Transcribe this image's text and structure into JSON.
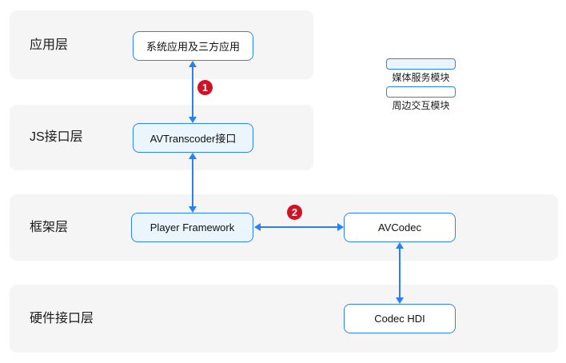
{
  "diagram": {
    "layers": [
      {
        "label": "应用层"
      },
      {
        "label": "JS接口层"
      },
      {
        "label": "框架层"
      },
      {
        "label": "硬件接口层"
      }
    ],
    "nodes": {
      "sys_app": {
        "label": "系统应用及三方应用",
        "type": "peripheral"
      },
      "avtranscoder": {
        "label": "AVTranscoder接口",
        "type": "media"
      },
      "player_framework": {
        "label": "Player Framework",
        "type": "media"
      },
      "avcodec": {
        "label": "AVCodec",
        "type": "peripheral"
      },
      "codec_hdi": {
        "label": "Codec HDI",
        "type": "peripheral"
      }
    },
    "badges": {
      "one": "1",
      "two": "2"
    },
    "legend": [
      {
        "label": "媒体服务模块",
        "fill": "#ebf5fd"
      },
      {
        "label": "周边交互模块",
        "fill": "#ffffff"
      }
    ],
    "colors": {
      "accent_blue": "#2e82f0",
      "arrow_blue": "#2b7ff2",
      "media_fill": "#ebf5fd",
      "peripheral_fill": "#ffffff",
      "layer_band_gray": "#f5f5f6",
      "badge_red": "#d01225"
    }
  }
}
